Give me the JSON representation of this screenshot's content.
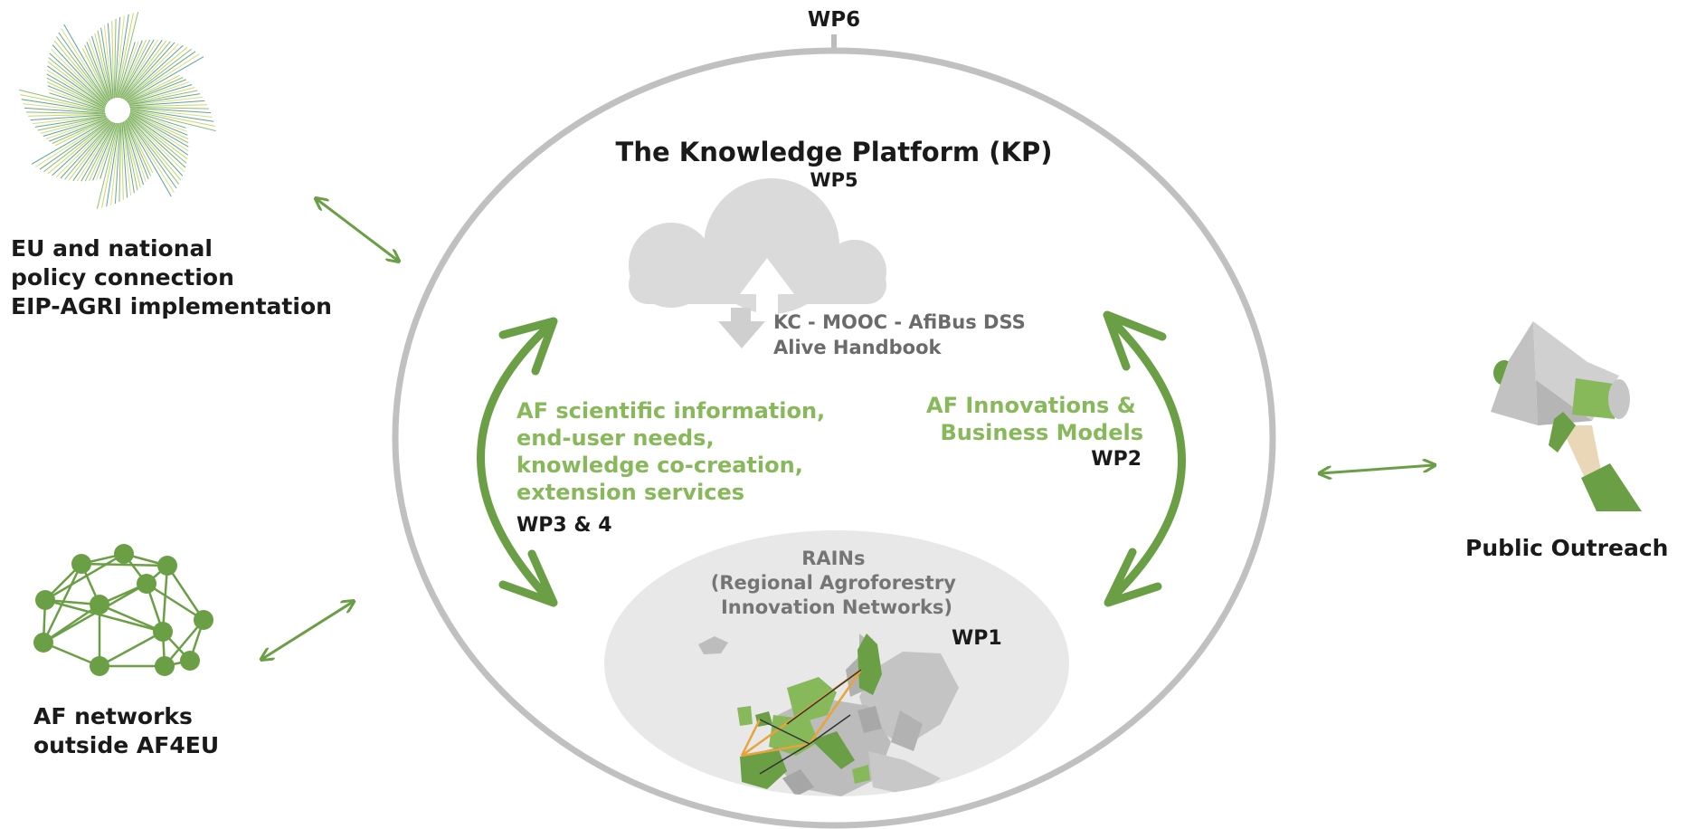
{
  "labels": {
    "wp6": "WP6",
    "title": "The Knowledge Platform (KP)",
    "wp5": "WP5",
    "kc_line1": "KC - MOOC - AfiBus DSS",
    "kc_line2": "Alive Handbook",
    "left_text": [
      "AF scientific information,",
      "end-user needs,",
      "knowledge co-creation,",
      "extension services"
    ],
    "wp34": "WP3 & 4",
    "right_text": [
      "AF Innovations &",
      "Business Models"
    ],
    "wp2": "WP2",
    "rains": [
      "RAINs",
      "(Regional Agroforestry",
      "Innovation Networks)"
    ],
    "wp1": "WP1",
    "policy": [
      "EU and national",
      "policy connection",
      "EIP-AGRI implementation"
    ],
    "networks": [
      "AF networks",
      "outside AF4EU"
    ],
    "outreach": "Public Outreach"
  },
  "colors": {
    "green": "#6a9f45",
    "light_green": "#87b95a",
    "black": "#1a1a1a",
    "gray_ring": "#bcbcbc",
    "cloud": "#d9d9d9",
    "rains_bg": "#e9e9e9",
    "label_gray": "#6b6b6b",
    "olive_text": "#5d6b45"
  },
  "icons": {
    "policy": "starburst-icon",
    "networks": "network-graph-icon",
    "outreach": "megaphone-icon",
    "cloud": "cloud-sync-icon",
    "map": "europe-map-icon"
  }
}
